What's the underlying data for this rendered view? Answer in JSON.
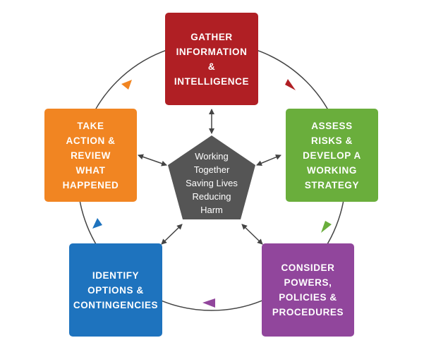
{
  "diagram": {
    "center": {
      "label": "Working\nTogether\nSaving Lives\nReducing\nHarm",
      "color": "#555555"
    },
    "steps": [
      {
        "id": "gather",
        "label": "GATHER\nINFORMATION &\nINTELLIGENCE",
        "color": "#B01F24"
      },
      {
        "id": "assess",
        "label": "ASSESS\nRISKS &\nDEVELOP A\nWORKING\nSTRATEGY",
        "color": "#6AAE3C"
      },
      {
        "id": "consider",
        "label": "CONSIDER\nPOWERS,\nPOLICIES &\nPROCEDURES",
        "color": "#91469C"
      },
      {
        "id": "identify",
        "label": "IDENTIFY\nOPTIONS &\nCONTINGENCIES",
        "color": "#1E73BE"
      },
      {
        "id": "take",
        "label": "TAKE\nACTION &\nREVIEW\nWHAT\nHAPPENED",
        "color": "#F18522"
      }
    ],
    "cycle_color": "#444444",
    "connector_color": "#444444"
  }
}
